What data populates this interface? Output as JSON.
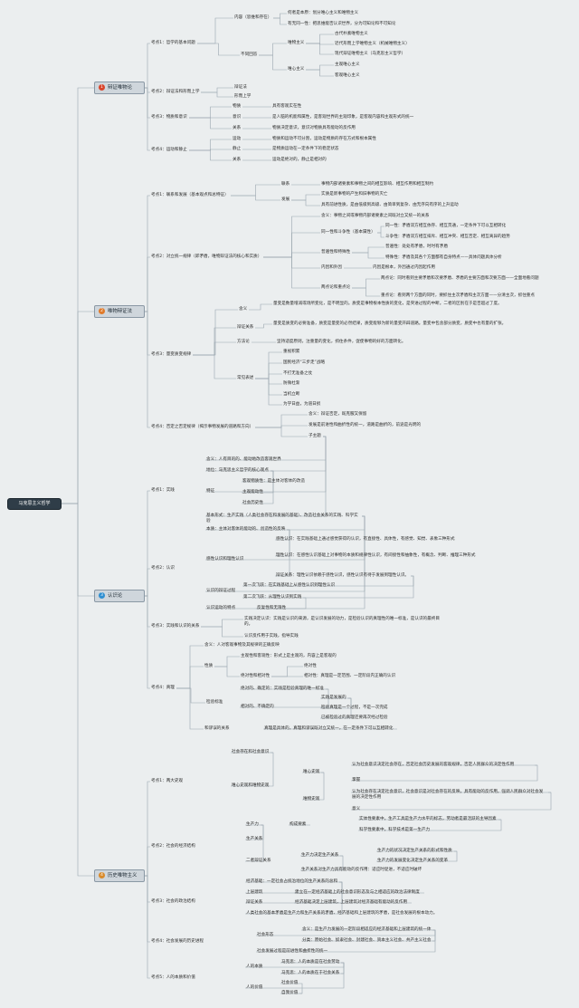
{
  "root": "马克思主义哲学",
  "branches": [
    {
      "label": "辩证唯物论",
      "num": "1",
      "color": "#d9452b"
    },
    {
      "label": "唯物辩证法",
      "num": "2",
      "color": "#e07a2a"
    },
    {
      "label": "认识论",
      "num": "3",
      "color": "#2f8fd1"
    },
    {
      "label": "历史唯物主义",
      "num": "4",
      "color": "#d98a2a"
    }
  ],
  "texts": [
    "考点1：哲学的基本问题",
    "内容（思维和存在）",
    "何者是本原：划分唯心主义和唯物主义",
    "有无同一性：把思维能否认识世界，分为可知论和不可知论",
    "不同回答",
    "唯物主义",
    "古代朴素唯物主义",
    "近代形而上学唯物主义（机械唯物主义）",
    "现代辩证唯物主义（马克思主义哲学）",
    "唯心主义",
    "主观唯心主义",
    "客观唯心主义",
    "考点2：辩证法和形而上学",
    "辩证法",
    "形而上学",
    "考点3：物质和意识",
    "物质",
    "具有客观实在性",
    "意识",
    "是人脑的机能和属性，是客观世界的主观印象，是客观内容和主观形式的统一",
    "关系",
    "物质决定意识，意识对物质具有能动的反作用",
    "考点4：运动和静止",
    "运动",
    "物质和运动不可分割，运动是物质的存在方式和根本属性",
    "静止",
    "是物质运动在一定条件下的稳定状态",
    "关系",
    "运动是绝对的，静止是相对的",
    "考点1：联系和发展（基本观点和总特征）",
    "联系",
    "事物内部诸要素和事物之间的相互影响、相互作用和相互制约",
    "发展",
    "实质是新事物的产生和旧事物的灭亡",
    "具有前进性质，是由低级到高级、由简单到复杂、由无序向有序的上升运动",
    "考点2：对立统一规律（即矛盾，唯物辩证法的核心和实质）",
    "含义：事物之间或事物内部诸要素之间既对立又统一的关系",
    "同一性和斗争性（基本属性）",
    "同一性：矛盾双方相互依存、相互贯通，一定条件下可以互相转化",
    "斗争性：矛盾双方相互排斥、相互冲突、相互否定、相互离异的趋势",
    "普遍性和特殊性",
    "普遍性：处处有矛盾，时时有矛盾",
    "特殊性：矛盾及其各个方面都有自身特点——具体问题具体分析",
    "内因和外因",
    "内因是根本，外因通过内因起作用",
    "两点论和重点论",
    "两点论：同时看到主要矛盾和次要矛盾、矛盾的主要方面和次要方面——全面地看问题",
    "重点论：看到两个方面的同时，要抓住主次矛盾和主次方面——分清主次，抓住重点",
    "考点3：量变质变规律",
    "含义",
    "量变是数量增减或场所变化，是不明显的。质变是事物根本性质的变化，是突进过程的中断。二者的区别在于是否超过了度。",
    "辩证关系",
    "量变是质变的必要准备，质变是量变的必然结果，质变能够为新的量变开辟道路。量变中包含部分质变，质变中也有量的扩张。",
    "方法论",
    "坚持适度原则，注重量的变化，抓住条件，促使事物的好的方面转化。",
    "常见表述",
    "重视积累",
    "国民经济“三步走”战略",
    "不打无准备之仗",
    "防微杜渐",
    "当机立断",
    "为学日益，为道日损",
    "考点4：否定之否定规律（揭示事物发展的道路和方向）",
    "含义：辩证否定，既克服又保留",
    "发展是前进性和曲折性的统一，道路是曲折的，前途是光明的",
    "子主题",
    "考点1：实践",
    "含义：人有目的的、能动地改造客观世界",
    "地位：马克思主义哲学的核心观点",
    "特征",
    "客观物质性：是主体对客体的改造",
    "主观能动性",
    "社会历史性",
    "基本形式：生产实践（人类社会存在和发展的基础）、改造社会关系的实践、科学实验",
    "考点2：认识",
    "本质：主体对客体的能动的、创造性的反映",
    "感性认识和理性认识",
    "感性认识：在实践基础上通过感觉获得的认识，有直接性、具体性，有感觉、知觉、表象三种形式",
    "理性认识：在感性认识基础上对事物的本质和规律性认识，有间接性和抽象性，有概念、判断、推理三种形式",
    "辩证关系：理性认识依赖于感性认识，感性认识有待于发展到理性认识。",
    "认识的辩证过程",
    "第一次飞跃：在实践基础上从感性认识到理性认识",
    "第二次飞跃：从理性认识到实践",
    "认识运动的特点",
    "反复性和无限性",
    "考点3：实践和认识的关系",
    "实践决定认识：实践是认识的来源，是认识发展的动力，是检验认识的真理性的唯一标准，是认识的最终目的。",
    "认识反作用于实践，指导实践",
    "考点4：真理",
    "含义：人对客观事物及其规律的正确反映",
    "性质",
    "主观性和客观性：形式上是主观的，内容上是客观的",
    "绝对性和相对性",
    "绝对性",
    "相对性：真理是一定范围、一定阶段内正确的认识",
    "检验标准",
    "绝对的、确定的：实践是检验真理的唯一标准",
    "相对的、不确定的",
    "实践是发展的",
    "检验真理是一个过程，不是一次完成",
    "已被检验过的真理还要再次经过检验",
    "和谬误的关系",
    "真理是具体的，真理和谬误既对立又统一，在一定条件下可以互相转化",
    "考点1：两大史观",
    "社会存在和社会意识",
    "唯心史观和唯物史观",
    "唯心史观",
    "认为社会意识决定社会存在，否定社会历史发展的客观规律，否定人民群众的决定性作用",
    "掌握",
    "唯物史观",
    "认为社会存在决定社会意识，社会意识是对社会存在的反映，具有能动的反作用，强调人民群众对社会发展的决定性作用",
    "意义",
    "考点2：社会的经济结构",
    "生产力",
    "构成要素",
    "实体性要素中，生产工具是生产力水平的标志，劳动者是最活跃的主导因素",
    "科学性要素中，科学技术是第一生产力",
    "生产关系",
    "二者辩证关系",
    "生产力决定生产关系",
    "生产力的状况决定生产关系的形式和性质",
    "生产力的发展变化决定生产关系的变革",
    "生产关系对生产力具有能动的反作用：适应时促进，不适应时破坏",
    "考点3：社会的政治结构",
    "经济基础：一定社会占统治地位的生产关系的总和",
    "上层建筑",
    "建立在一定经济基础上的社会意识形态及与之相适应的政治法律制度",
    "辩证关系",
    "经济基础决定上层建筑，上层建筑对经济基础有能动的反作用",
    "人类社会的基本矛盾是生产力和生产关系的矛盾、经济基础和上层建筑的矛盾，是社会发展的根本动力。",
    "考点4：社会发展的历史进程",
    "社会形态",
    "含义：是生产力发展的一定阶段相适应的经济基础和上层建筑的统一体",
    "分类：原始社会、奴隶社会、封建社会、资本主义社会、共产主义社会",
    "社会发展过程是前进性和曲折性的统一",
    "考点5：人的本质和价值",
    "人的本质",
    "马克思：人的本质是在社会劳动",
    "马克思：人的本质在于社会关系",
    "人的价值",
    "社会价值",
    "自我价值"
  ]
}
